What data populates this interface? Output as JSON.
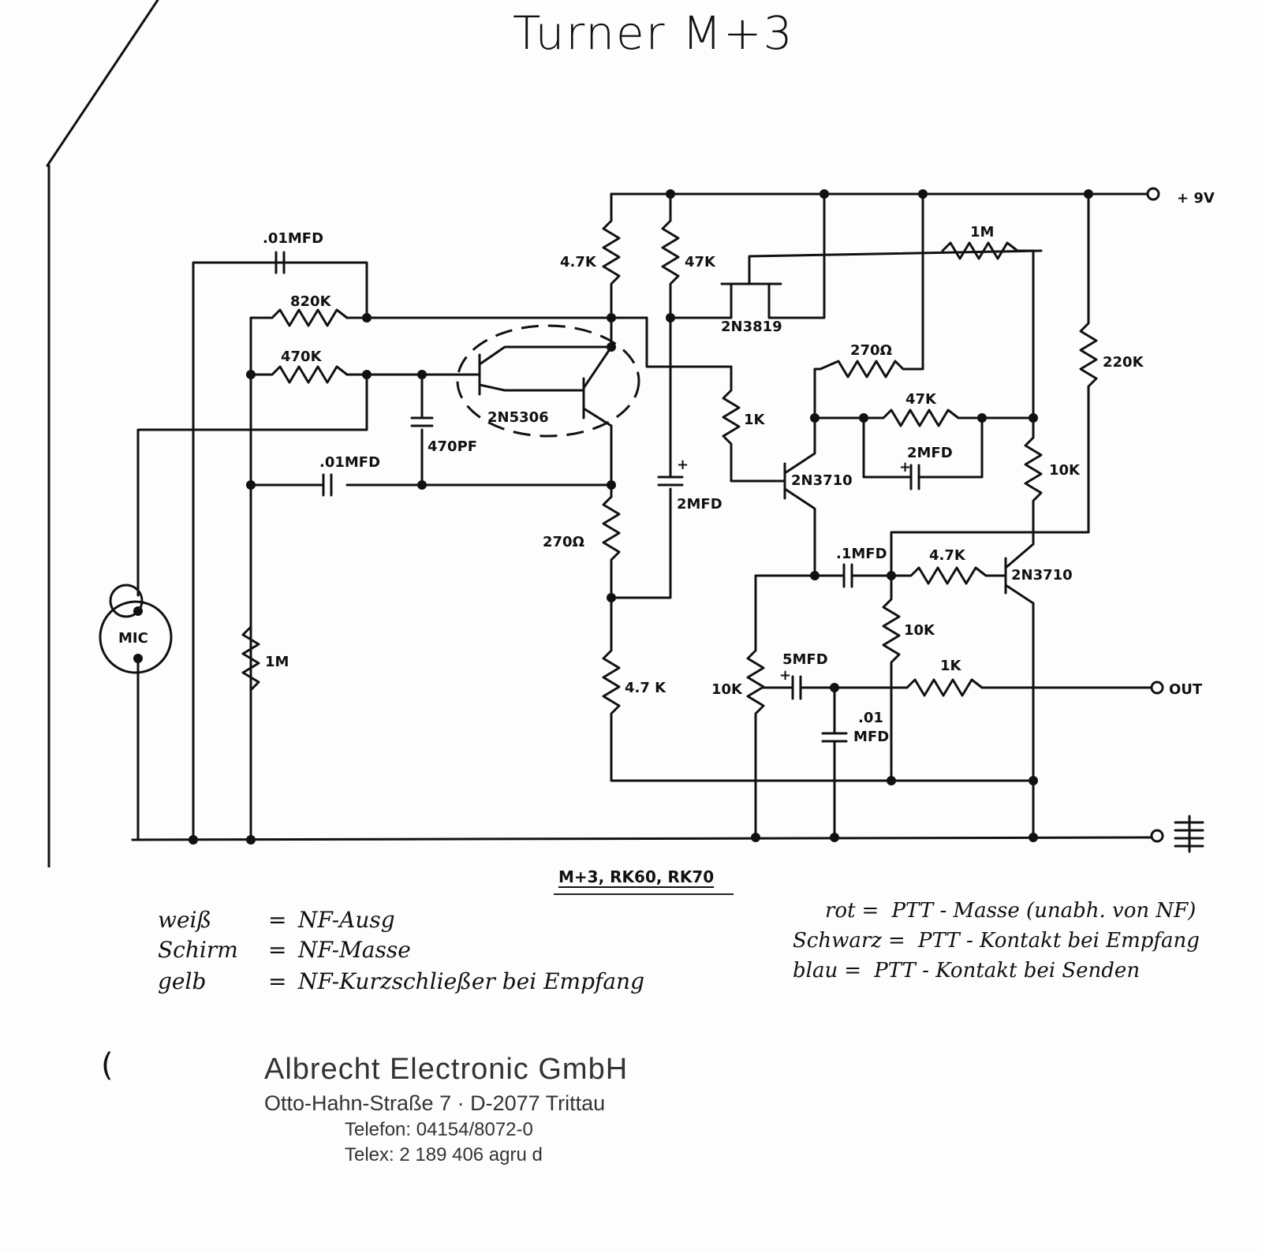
{
  "header": {
    "title": "Turner M+3"
  },
  "diagram": {
    "labels": {
      "c_01_top": ".01MFD",
      "r_820k": "820K",
      "r_470k": "470K",
      "c_470pf": "470PF",
      "c_01_mid": ".01MFD",
      "q_2n5306": "2N5306",
      "r_1m_left": "1M",
      "mic": "MIC",
      "r_4k7_top": "4.7K",
      "r_47k_top": "47K",
      "q_2n3819": "2N3819",
      "r_270_mid": "270Ω",
      "r_4k7_low": "4.7 K",
      "c_2mfd_mid": "2MFD",
      "c_plus_mid": "+",
      "r_1k_mid": "1K",
      "r_1m_top": "1M",
      "r_270_right": "270Ω",
      "r_47k_right": "47K",
      "c_2mfd_right": "2MFD",
      "c_plus_right": "+",
      "q_2n3710_a": "2N3710",
      "r_10k_right": "10K",
      "r_220k": "220K",
      "c_1mfd": ".1MFD",
      "r_4k7_right": "4.7K",
      "q_2n3710_b": "2N3710",
      "r_10k_mid": "10K",
      "r_10k_pot": "10K",
      "c_5mfd": "5MFD",
      "c_plus_5": "+",
      "r_1k_out": "1K",
      "c_01_low_a": ".01",
      "c_01_low_b": "MFD",
      "supply": "+ 9V",
      "out": "OUT"
    },
    "subtitle": "M+3, RK60, RK70"
  },
  "legend": {
    "left": [
      {
        "key": "weiß",
        "eq": "=",
        "value": "NF-Ausg"
      },
      {
        "key": "Schirm",
        "eq": "=",
        "value": "NF-Masse"
      },
      {
        "key": "gelb",
        "eq": "=",
        "value": "NF-Kurzschließer bei Empfang"
      }
    ],
    "right": [
      {
        "key": "rot",
        "eq": "=",
        "value": "PTT - Masse (unabh. von NF)"
      },
      {
        "key": "Schwarz",
        "eq": "=",
        "value": "PTT - Kontakt bei Empfang"
      },
      {
        "key": "blau",
        "eq": "=",
        "value": "PTT - Kontakt bei Senden"
      }
    ]
  },
  "footer": {
    "company": "Albrecht Electronic GmbH",
    "address": "Otto-Hahn-Straße 7 · D-2077 Trittau",
    "phone": "Telefon: 04154/8072-0",
    "telex": "Telex: 2 189 406 agru d"
  }
}
